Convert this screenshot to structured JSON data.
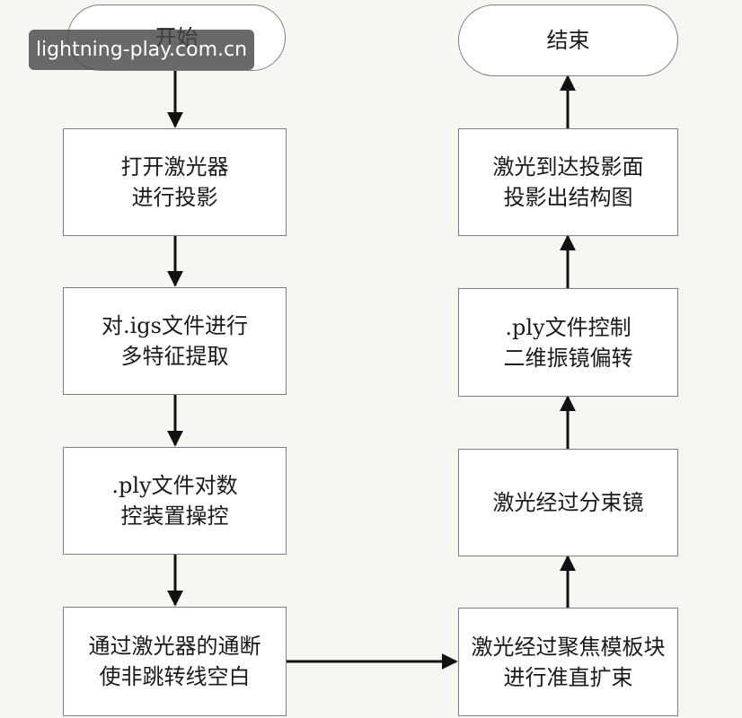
{
  "nodes": {
    "start": "开始",
    "end": "结束",
    "step1": {
      "line1": "打开激光器",
      "line2": "进行投影"
    },
    "step2": {
      "line1": "对.igs文件进行",
      "line2": "多特征提取"
    },
    "step3": {
      "line1": ".ply文件对数",
      "line2": "控装置操控"
    },
    "step4": {
      "line1": "通过激光器的通断",
      "line2": "使非跳转线空白"
    },
    "step5": {
      "line1": "激光经过聚焦模板块",
      "line2": "进行准直扩束"
    },
    "step6": {
      "line1": "激光经过分束镜"
    },
    "step7": {
      "line1": ".ply文件控制",
      "line2": "二维振镜偏转"
    },
    "step8": {
      "line1": "激光到达投影面",
      "line2": "投影出结构图"
    }
  },
  "watermark": "lightning-play.com.cn"
}
